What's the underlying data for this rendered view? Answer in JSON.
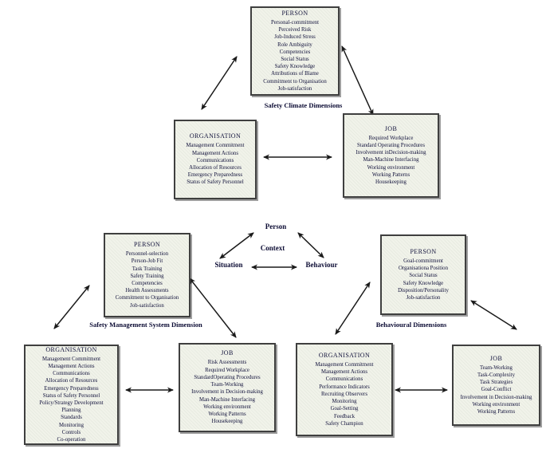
{
  "central": {
    "person": "Person",
    "context": "Context",
    "situation": "Situation",
    "behaviour": "Behaviour"
  },
  "diagrams": [
    {
      "label": "Safety Climate Dimensions",
      "boxes": {
        "person": {
          "title": "PERSON",
          "items": [
            "Personal-commitment",
            "Perceived Risk",
            "Job-Induced Stress",
            "Role Ambiguity",
            "Competencies",
            "Social Status",
            "Safety Knowledge",
            "Attributions of Blame",
            "Commitment to Organisation",
            "Job-satisfaction"
          ]
        },
        "organisation": {
          "title": "ORGANISATION",
          "items": [
            "Management Commitment",
            "Management Actions",
            "Communications",
            "Allocation of Resources",
            "Emergency Preparedness",
            "Status of Safety Personnel"
          ]
        },
        "job": {
          "title": "JOB",
          "items": [
            "Required Workplace",
            "Standard Operating Procedures",
            "Involvement inDecision-making",
            "Man-Machine Interfacing",
            "Working environment",
            "Working Patterns",
            "Housekeeping"
          ]
        }
      }
    },
    {
      "label": "Safety Management System Dimension",
      "boxes": {
        "person": {
          "title": "PERSON",
          "items": [
            "Personnel-selection",
            "Person-Job Fit",
            "Task Training",
            "Safety Training",
            "Competencies",
            "Health Assessments",
            "Commitment to Organisation",
            "Job-satisfaction"
          ]
        },
        "organisation": {
          "title": "ORGANISATION",
          "items": [
            "Management Commitment",
            "Management Actions",
            "Communications",
            "Allocation of Resources",
            "Emergency Preparedness",
            "Status of Safety Personnel",
            "Policy/Strategy Development",
            "Planning",
            "Standards",
            "Monitoring",
            "Controls",
            "Co-operation"
          ]
        },
        "job": {
          "title": "JOB",
          "items": [
            "Risk Assessments",
            "Required Workplace",
            "StandardOperating Procedures",
            "Team-Working",
            "Involvement in Decision-making",
            "Man-Machine Interfacing",
            "Working environment",
            "Working Patterns",
            "Housekeeping"
          ]
        }
      }
    },
    {
      "label": "Behavioural Dimensions",
      "boxes": {
        "person": {
          "title": "PERSON",
          "items": [
            "Goal-commitment",
            "Organisationa Position",
            "Social Status",
            "Safety Knowledge",
            "Disposition/Personality",
            "Job-satisfaction"
          ]
        },
        "organisation": {
          "title": "ORGANISATION",
          "items": [
            "Management Commitment",
            "Management Actions",
            "Communications",
            "Performance Indicators",
            "Recruiting Observers",
            "Monitoring",
            "Goal-Setting",
            "Feedback",
            "Safety Champion"
          ]
        },
        "job": {
          "title": "JOB",
          "items": [
            "Team-Working",
            "Task-Complexity",
            "Task Strategies",
            "Goal-Conflict",
            "Involvement in Decision-making",
            "Working environment",
            "Working Patterns"
          ]
        }
      }
    }
  ],
  "colors": {
    "box_fill": "#f1f3ea",
    "box_border": "#3f3f3f",
    "text": "#10103a",
    "arrow": "#1a1a1a"
  }
}
